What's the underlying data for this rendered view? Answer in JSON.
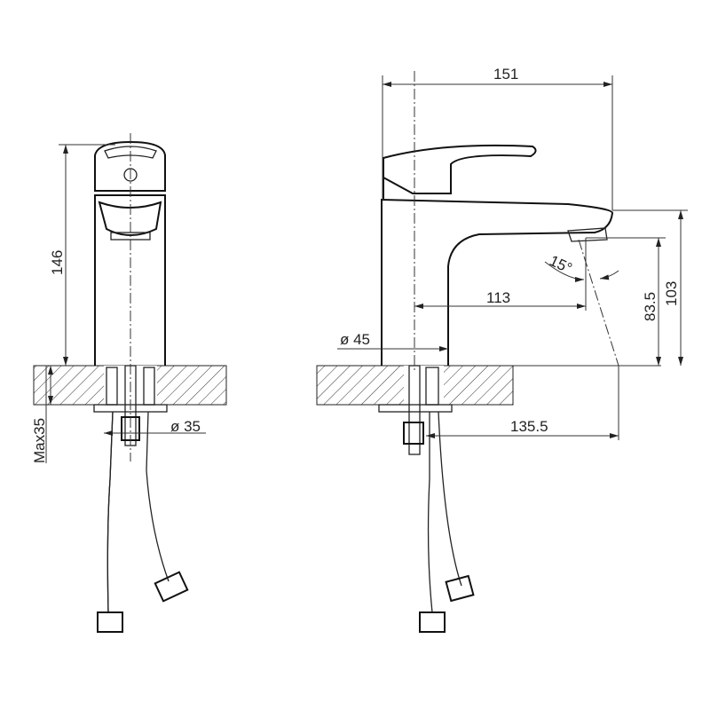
{
  "title": "Basin mixer dimension drawing",
  "dimensions": {
    "width_total": "151",
    "height_front": "146",
    "angle": "15°",
    "spout_reach": "113",
    "spout_height": "83.5",
    "total_height": "103",
    "body_diameter": "ø 45",
    "max_counter": "Max35",
    "hole_diameter": "ø 35",
    "hose_offset": "135.5"
  },
  "colors": {
    "line": "#222222",
    "background": "#ffffff"
  }
}
